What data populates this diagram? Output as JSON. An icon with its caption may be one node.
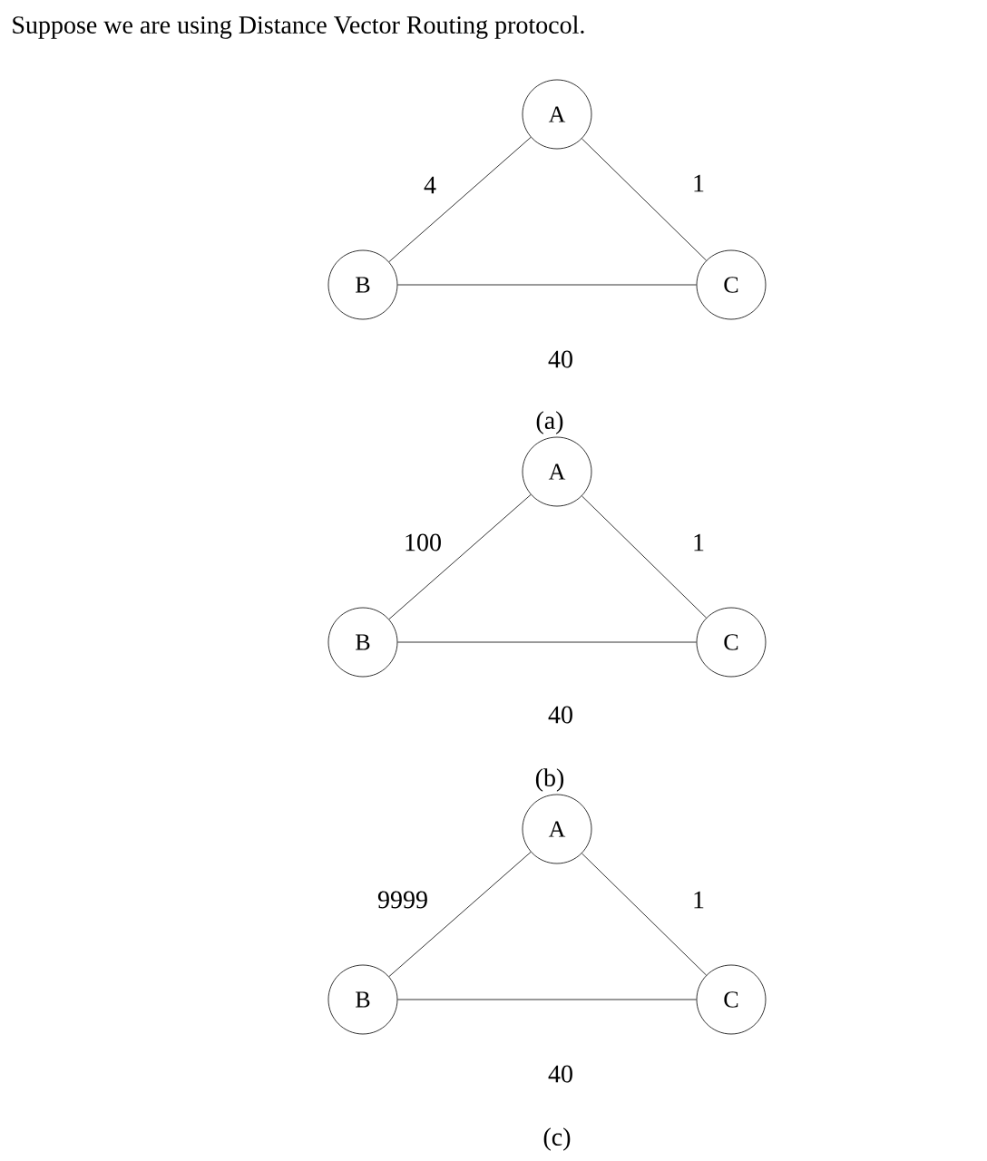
{
  "diagram": {
    "title": "Suppose we are using Distance Vector Routing protocol.",
    "nodes": [
      {
        "text": [
          "A"
        ]
      },
      {
        "text": [
          "B"
        ]
      },
      {
        "text": [
          "C"
        ]
      },
      {
        "text": [
          "A"
        ]
      },
      {
        "text": [
          "B"
        ]
      },
      {
        "text": [
          "C"
        ]
      },
      {
        "text": [
          "A"
        ]
      },
      {
        "text": [
          "B"
        ]
      },
      {
        "text": [
          "C"
        ]
      }
    ],
    "edges": [
      {
        "from": 0,
        "to": 1,
        "arrow": "none",
        "label": "4"
      },
      {
        "from": 0,
        "to": 2,
        "arrow": "none",
        "label": "1"
      },
      {
        "from": 1,
        "to": 2,
        "arrow": "none",
        "label": "40"
      },
      {
        "from": 3,
        "to": 4,
        "arrow": "none",
        "label": "100"
      },
      {
        "from": 3,
        "to": 5,
        "arrow": "none",
        "label": "1"
      },
      {
        "from": 4,
        "to": 5,
        "arrow": "none",
        "label": "40"
      },
      {
        "from": 6,
        "to": 7,
        "arrow": "none",
        "label": "9999"
      },
      {
        "from": 6,
        "to": 8,
        "arrow": "none",
        "label": "1"
      },
      {
        "from": 7,
        "to": 8,
        "arrow": "none",
        "label": "40"
      }
    ],
    "labels": [
      "(a)",
      "(b)",
      "(c)"
    ]
  }
}
